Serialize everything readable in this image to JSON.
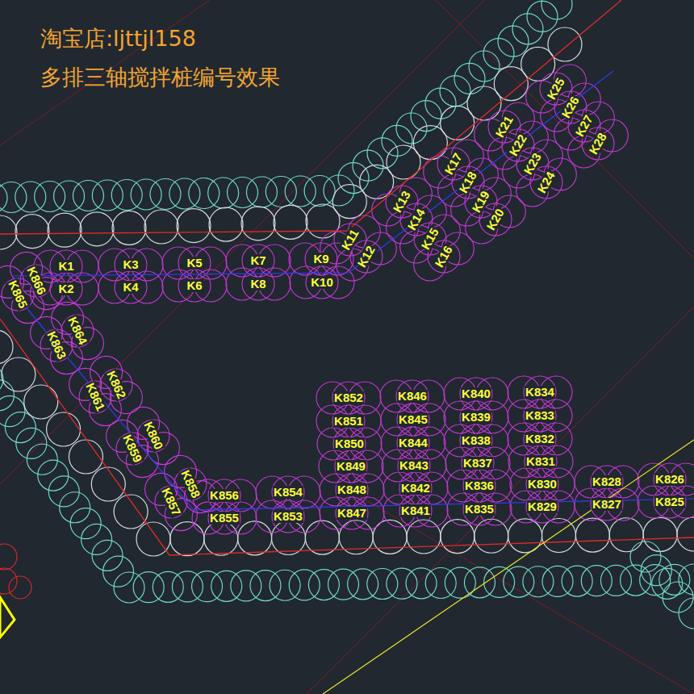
{
  "diagram": {
    "labels": [
      "淘宝店:ljttjl158",
      "多排三轴搅拌桩编号效果",
      "K1",
      "K2",
      "K3",
      "K4",
      "K5",
      "K6",
      "K7",
      "K8",
      "K9",
      "K10",
      "K11",
      "K12",
      "K13",
      "K14",
      "K15",
      "K16",
      "K17",
      "K18",
      "K19",
      "K20",
      "K21",
      "K22",
      "K23",
      "K24",
      "K25",
      "K26",
      "K27",
      "K28",
      "K866",
      "K865",
      "K864",
      "K863",
      "K862",
      "K861",
      "K860",
      "K859",
      "K858",
      "K857",
      "K852",
      "K846",
      "K840",
      "K834",
      "K851",
      "K845",
      "K839",
      "K833",
      "K850",
      "K844",
      "K838",
      "K832",
      "K849",
      "K843",
      "K837",
      "K831",
      "K856",
      "K855",
      "K854",
      "K853",
      "K848",
      "K847",
      "K842",
      "K841",
      "K836",
      "K835",
      "K830",
      "K829",
      "K828",
      "K827",
      "K826",
      "K825"
    ]
  }
}
